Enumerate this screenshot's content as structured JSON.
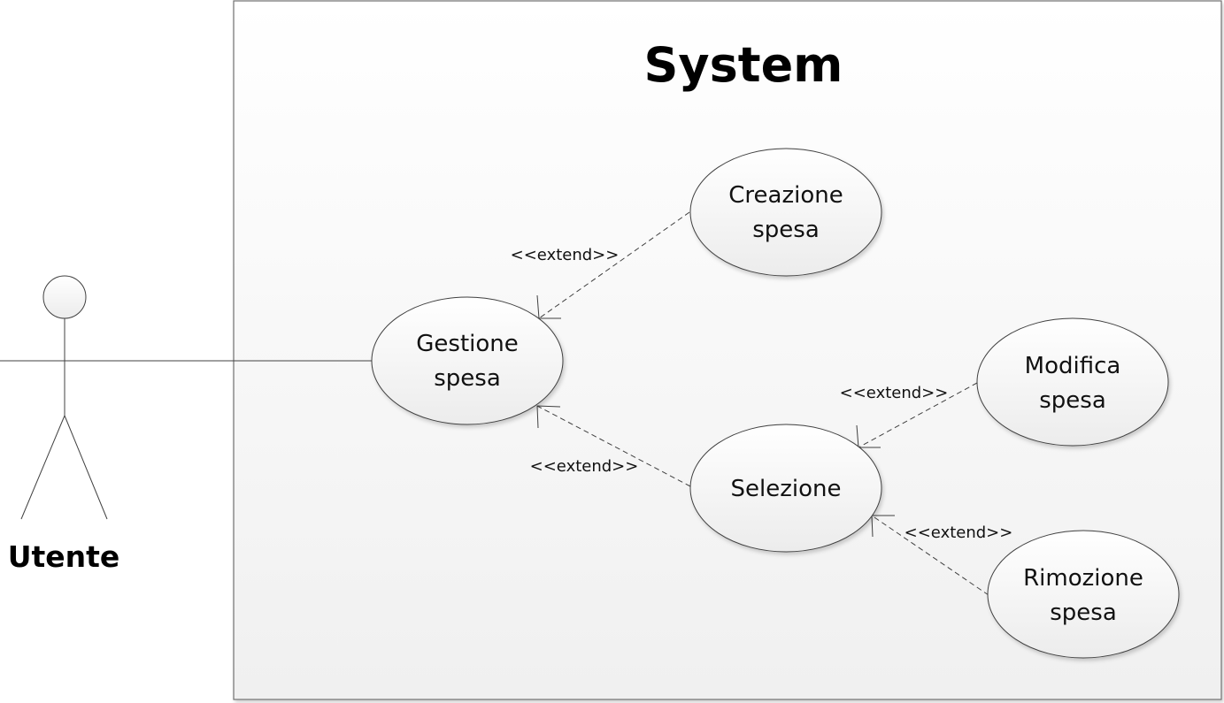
{
  "system": {
    "title": "System"
  },
  "actor": {
    "name": "Utente"
  },
  "use_cases": {
    "gestione": {
      "line1": "Gestione",
      "line2": "spesa"
    },
    "creazione": {
      "line1": "Creazione",
      "line2": "spesa"
    },
    "selezione": {
      "line1": "Selezione"
    },
    "modifica": {
      "line1": "Modifica",
      "line2": "spesa"
    },
    "rimozione": {
      "line1": "Rimozione",
      "line2": "spesa"
    }
  },
  "relations": {
    "creazione_extends_gestione": "<<extend>>",
    "selezione_extends_gestione": "<<extend>>",
    "modifica_extends_selezione": "<<extend>>",
    "rimozione_extends_selezione": "<<extend>>"
  }
}
